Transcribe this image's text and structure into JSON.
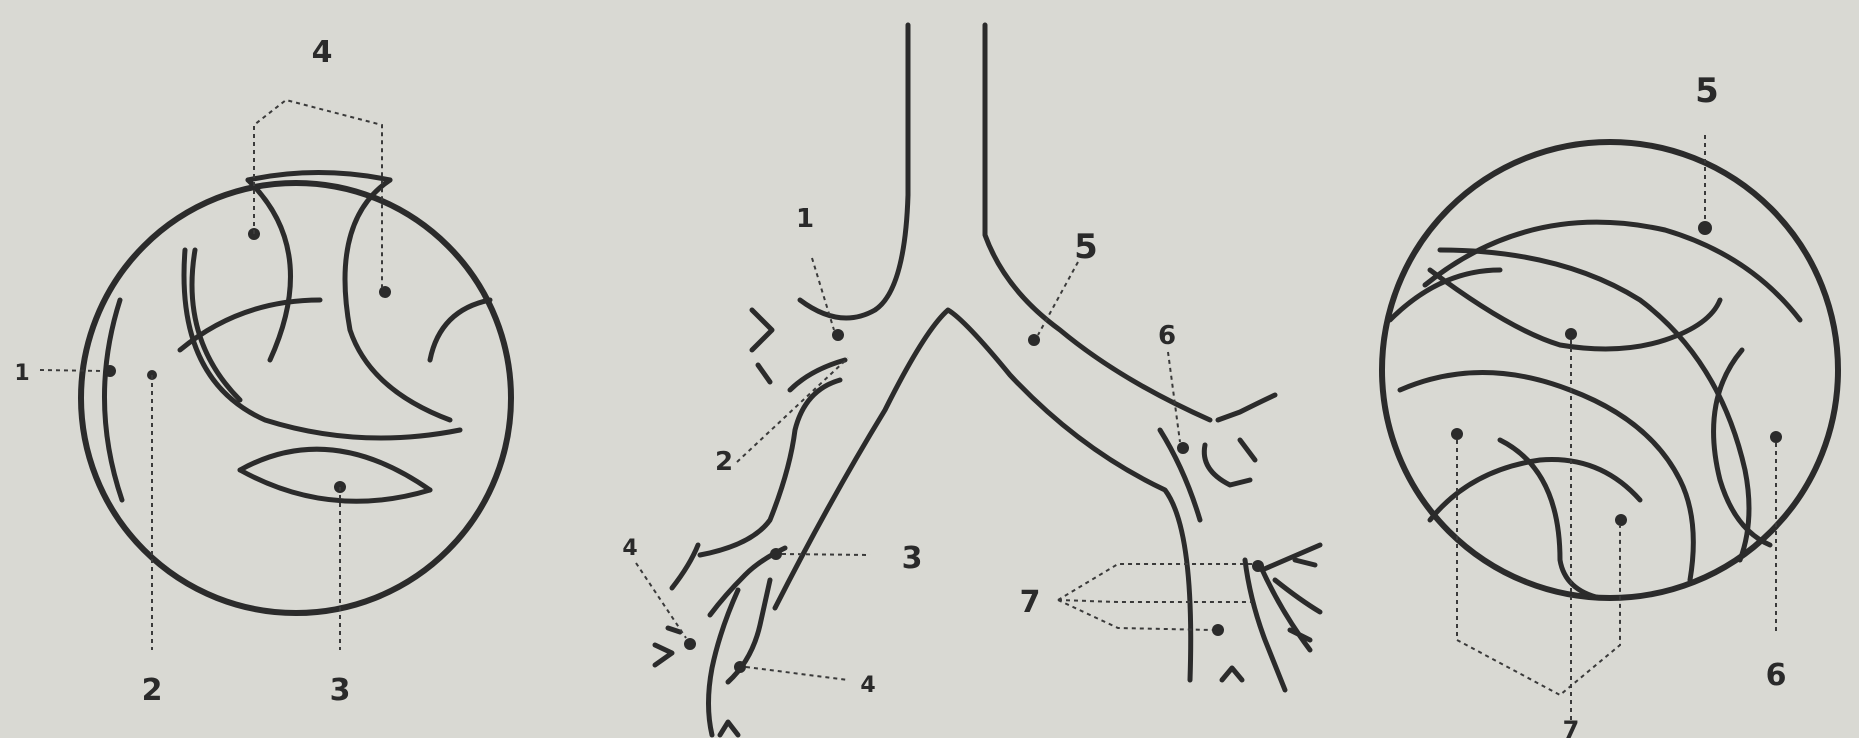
{
  "left_diagram": {
    "labels": [
      "4",
      "1",
      "2",
      "3"
    ]
  },
  "center_diagram": {
    "labels": [
      "1",
      "5",
      "2",
      "6",
      "3",
      "4",
      "7",
      "4"
    ]
  },
  "right_diagram": {
    "labels": [
      "5",
      "6",
      "7"
    ]
  },
  "colors": {
    "background": "#d9d9d3",
    "ink": "#2b2b2b"
  }
}
